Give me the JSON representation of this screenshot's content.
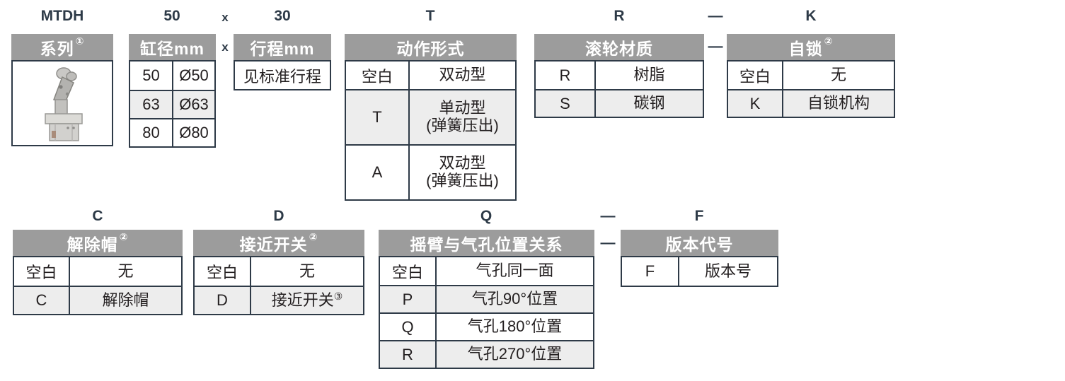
{
  "colors": {
    "header_bg": "#9c9c9c",
    "header_text": "#ffffff",
    "table_border": "#2e3a47",
    "alt_row_bg": "#ededed",
    "code_letter_text": "#2d3a47",
    "cell_text": "#231f20"
  },
  "model_code": {
    "series": "MTDH",
    "bore": "50",
    "x_separator": "x",
    "stroke": "30",
    "action": "T",
    "roller": "R",
    "dash": "—",
    "lock": "K",
    "cap": "C",
    "switch": "D",
    "port": "Q",
    "version": "F"
  },
  "blocks": {
    "series": {
      "title": "系列",
      "sup": "①",
      "image_alt": "stopper-cylinder-product-photo"
    },
    "bore": {
      "title": "缸径mm",
      "rows": [
        {
          "code": "50",
          "desc": "Ø50"
        },
        {
          "code": "63",
          "desc": "Ø63"
        },
        {
          "code": "80",
          "desc": "Ø80"
        }
      ]
    },
    "stroke": {
      "title": "行程mm",
      "note": "见标准行程"
    },
    "action": {
      "title": "动作形式",
      "rows": [
        {
          "code": "空白",
          "desc": "双动型"
        },
        {
          "code": "T",
          "desc": "单动型",
          "desc2": "(弹簧压出)"
        },
        {
          "code": "A",
          "desc": "双动型",
          "desc2": "(弹簧压出)"
        }
      ]
    },
    "roller": {
      "title": "滚轮材质",
      "rows": [
        {
          "code": "R",
          "desc": "树脂"
        },
        {
          "code": "S",
          "desc": "碳钢"
        }
      ]
    },
    "lock": {
      "title": "自锁",
      "sup": "②",
      "rows": [
        {
          "code": "空白",
          "desc": "无"
        },
        {
          "code": "K",
          "desc": "自锁机构"
        }
      ]
    },
    "cap": {
      "title": "解除帽",
      "sup": "②",
      "rows": [
        {
          "code": "空白",
          "desc": "无"
        },
        {
          "code": "C",
          "desc": "解除帽"
        }
      ]
    },
    "proximity": {
      "title": "接近开关",
      "sup": "②",
      "rows": [
        {
          "code": "空白",
          "desc": "无"
        },
        {
          "code": "D",
          "desc": "接近开关",
          "desc_sup": "③"
        }
      ]
    },
    "port": {
      "title": "摇臂与气孔位置关系",
      "rows": [
        {
          "code": "空白",
          "desc": "气孔同一面"
        },
        {
          "code": "P",
          "desc": "气孔90°位置"
        },
        {
          "code": "Q",
          "desc": "气孔180°位置"
        },
        {
          "code": "R",
          "desc": "气孔270°位置"
        }
      ]
    },
    "version": {
      "title": "版本代号",
      "rows": [
        {
          "code": "F",
          "desc": "版本号"
        }
      ]
    }
  }
}
